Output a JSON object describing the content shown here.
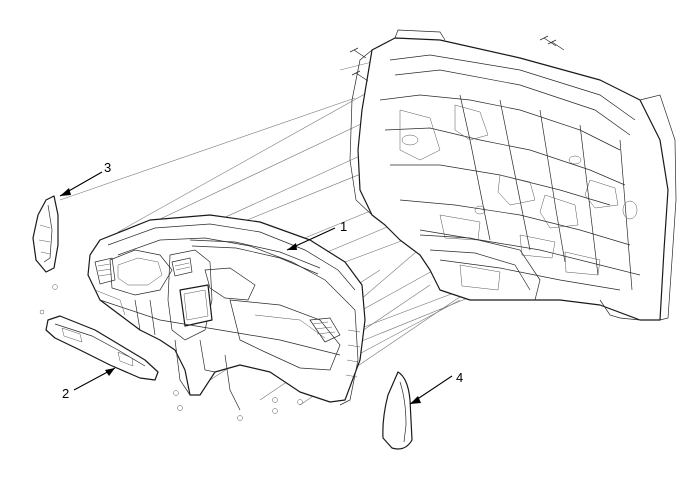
{
  "callouts": {
    "c1": "1",
    "c2": "2",
    "c3": "3",
    "c4": "4"
  },
  "colors": {
    "line": "#1a1a1a",
    "background": "#ffffff"
  }
}
